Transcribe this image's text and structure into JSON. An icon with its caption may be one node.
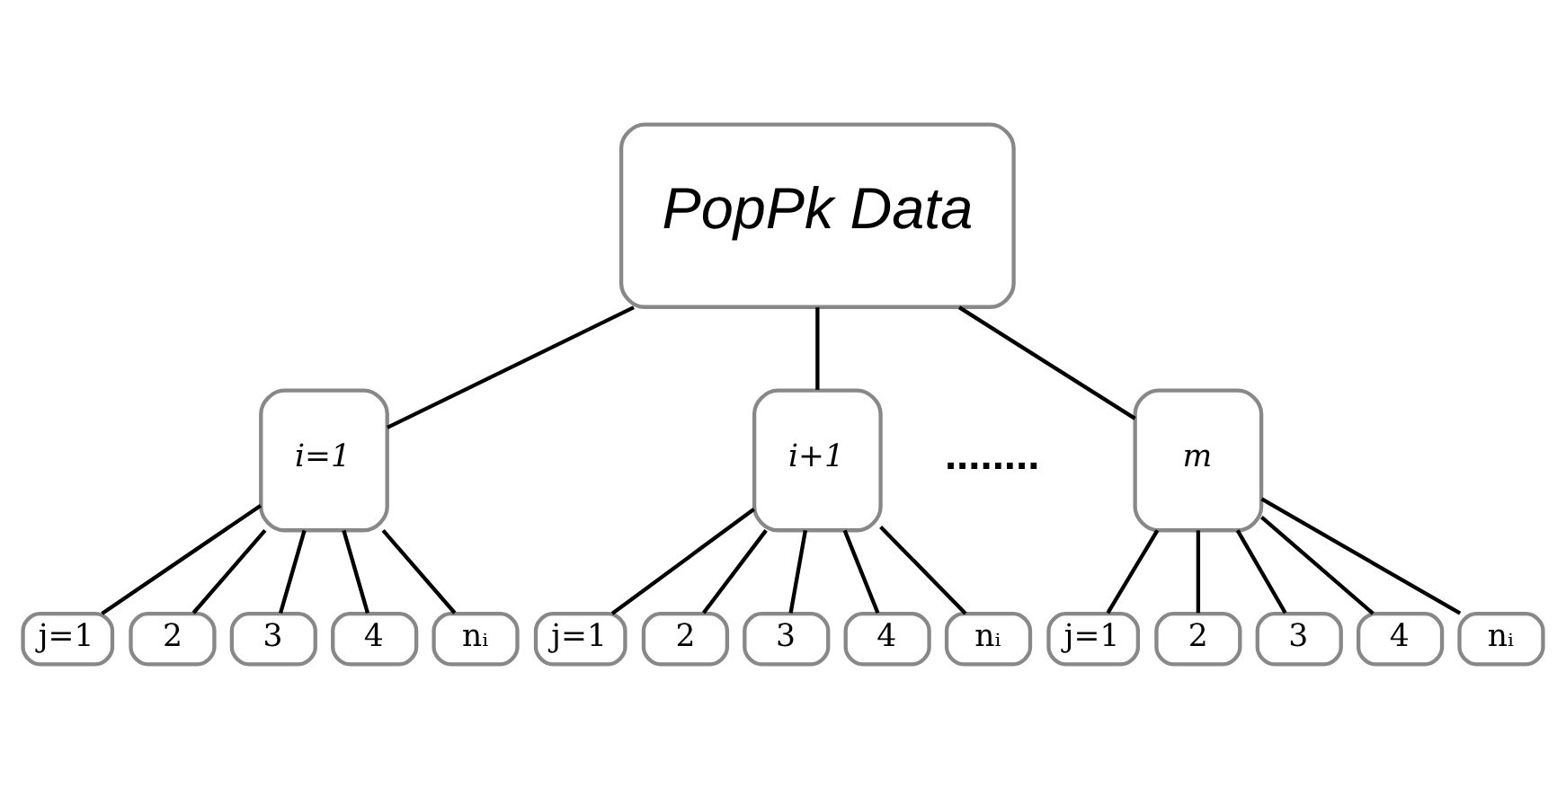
{
  "diagram": {
    "nodes": [
      {
        "text": [
          "PopPk Data"
        ]
      },
      {
        "text": [
          "i=1"
        ]
      },
      {
        "text": [
          "j=1"
        ]
      },
      {
        "text": [
          "2"
        ]
      },
      {
        "text": [
          "3"
        ]
      },
      {
        "text": [
          "4"
        ]
      },
      {
        "text": [
          "nᵢ"
        ]
      },
      {
        "text": [
          "i+1"
        ]
      },
      {
        "text": [
          "j=1"
        ]
      },
      {
        "text": [
          "2"
        ]
      },
      {
        "text": [
          "3"
        ]
      },
      {
        "text": [
          "4"
        ]
      },
      {
        "text": [
          "nᵢ"
        ]
      },
      {
        "text": [
          "m"
        ]
      },
      {
        "text": [
          "j=1"
        ]
      },
      {
        "text": [
          "2"
        ]
      },
      {
        "text": [
          "3"
        ]
      },
      {
        "text": [
          "4"
        ]
      },
      {
        "text": [
          "nᵢ"
        ]
      }
    ],
    "edges": [
      {
        "from": 0,
        "to": 1,
        "arrow": "none"
      },
      {
        "from": 0,
        "to": 7,
        "arrow": "none"
      },
      {
        "from": 0,
        "to": 13,
        "arrow": "none"
      },
      {
        "from": 1,
        "to": 2,
        "arrow": "none"
      },
      {
        "from": 1,
        "to": 3,
        "arrow": "none"
      },
      {
        "from": 1,
        "to": 4,
        "arrow": "none"
      },
      {
        "from": 1,
        "to": 5,
        "arrow": "none"
      },
      {
        "from": 1,
        "to": 6,
        "arrow": "none"
      },
      {
        "from": 7,
        "to": 8,
        "arrow": "none"
      },
      {
        "from": 7,
        "to": 9,
        "arrow": "none"
      },
      {
        "from": 7,
        "to": 10,
        "arrow": "none"
      },
      {
        "from": 7,
        "to": 11,
        "arrow": "none"
      },
      {
        "from": 7,
        "to": 12,
        "arrow": "none"
      },
      {
        "from": 13,
        "to": 14,
        "arrow": "none"
      },
      {
        "from": 13,
        "to": 15,
        "arrow": "none"
      },
      {
        "from": 13,
        "to": 16,
        "arrow": "none"
      },
      {
        "from": 13,
        "to": 17,
        "arrow": "none"
      },
      {
        "from": 13,
        "to": 18,
        "arrow": "none"
      }
    ],
    "labels": [
      "........"
    ]
  }
}
